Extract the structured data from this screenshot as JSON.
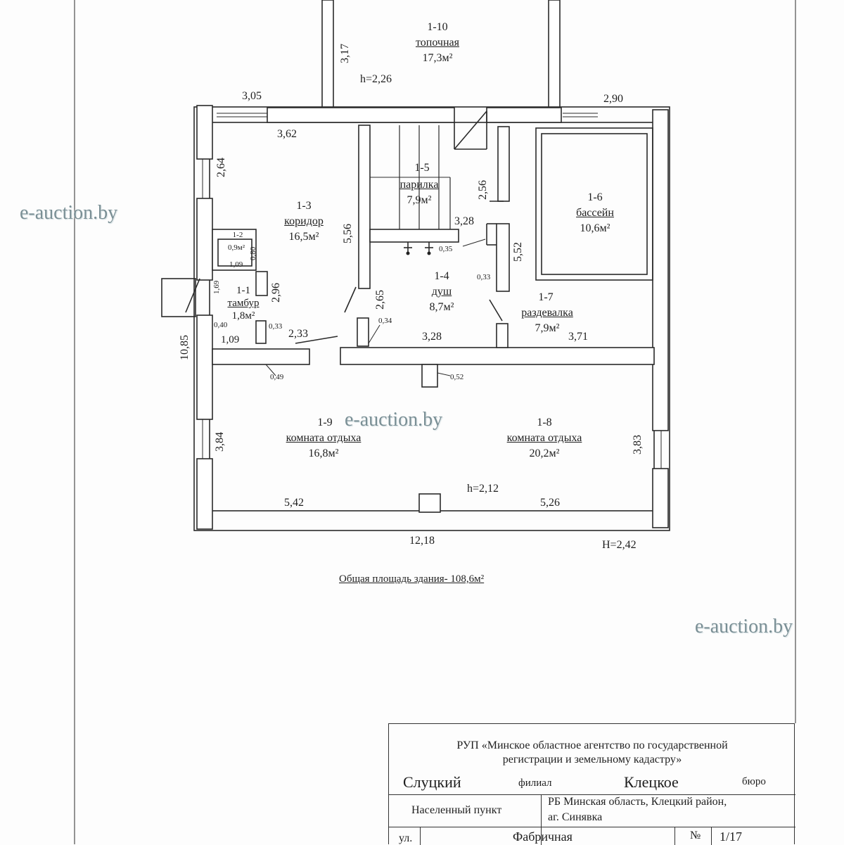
{
  "watermark": "e-auction.by",
  "rooms": [
    {
      "num": "1-10",
      "name": "топочная",
      "area": "17,3м²"
    },
    {
      "num": "1-5",
      "name": "парилка",
      "area": "7,9м²"
    },
    {
      "num": "1-3",
      "name": "коридор",
      "area": "16,5м²"
    },
    {
      "num": "1-6",
      "name": "бассейн",
      "area": "10,6м²"
    },
    {
      "num": "1-4",
      "name": "душ",
      "area": "8,7м²"
    },
    {
      "num": "1-7",
      "name": "раздевалка",
      "area": "7,9м²"
    },
    {
      "num": "1-1",
      "name": "тамбур",
      "area": "1,8м²"
    },
    {
      "num": "1-2",
      "name": "",
      "area": "0,9м²"
    },
    {
      "num": "1-9",
      "name": "комната отдыха",
      "area": "16,8м²"
    },
    {
      "num": "1-8",
      "name": "комната отдыха",
      "area": "20,2м²"
    }
  ],
  "dimensions": {
    "d317": "3,17",
    "d305": "3,05",
    "d290": "2,90",
    "d362": "3,62",
    "d264": "2,64",
    "d556": "5,56",
    "d256": "2,56",
    "d328a": "3,28",
    "d552": "5,52",
    "d035": "0,35",
    "d033a": "0,33",
    "d265": "2,65",
    "d034": "0,34",
    "d328b": "3,28",
    "d371": "3,71",
    "d233": "2,33",
    "d033b": "0,33",
    "d040": "0,40",
    "d109a": "1,09",
    "d109b": "1,09",
    "d169": "1,69",
    "d296": "2,96",
    "d080": "0,80",
    "d049": "0,49",
    "d052": "0,52",
    "d1085": "10,85",
    "d384": "3,84",
    "d383": "3,83",
    "d542": "5,42",
    "d526": "5,26",
    "d1218": "12,18"
  },
  "heights": {
    "h_boiler": "h=2,26",
    "h_main": "h=2,12",
    "h_total": "H=2,42"
  },
  "total_area": "Общая площадь  здания-  108,6м²",
  "stamp": {
    "org_line1": "РУП «Минское областное агентство по государственной",
    "org_line2": "регистрации и земельному кадастру»",
    "branch_city": "Слуцкий",
    "branch_label": "филиал",
    "bureau_city": "Клецкое",
    "bureau_label": "бюро",
    "settlement_label": "Населенный пункт",
    "settlement_line1": "РБ Минская область, Клецкий район,",
    "settlement_line2": "аг. Синявка",
    "street_label": "ул.",
    "street_value": "Фабричная",
    "number_label": "№",
    "number_value": "1/17"
  }
}
